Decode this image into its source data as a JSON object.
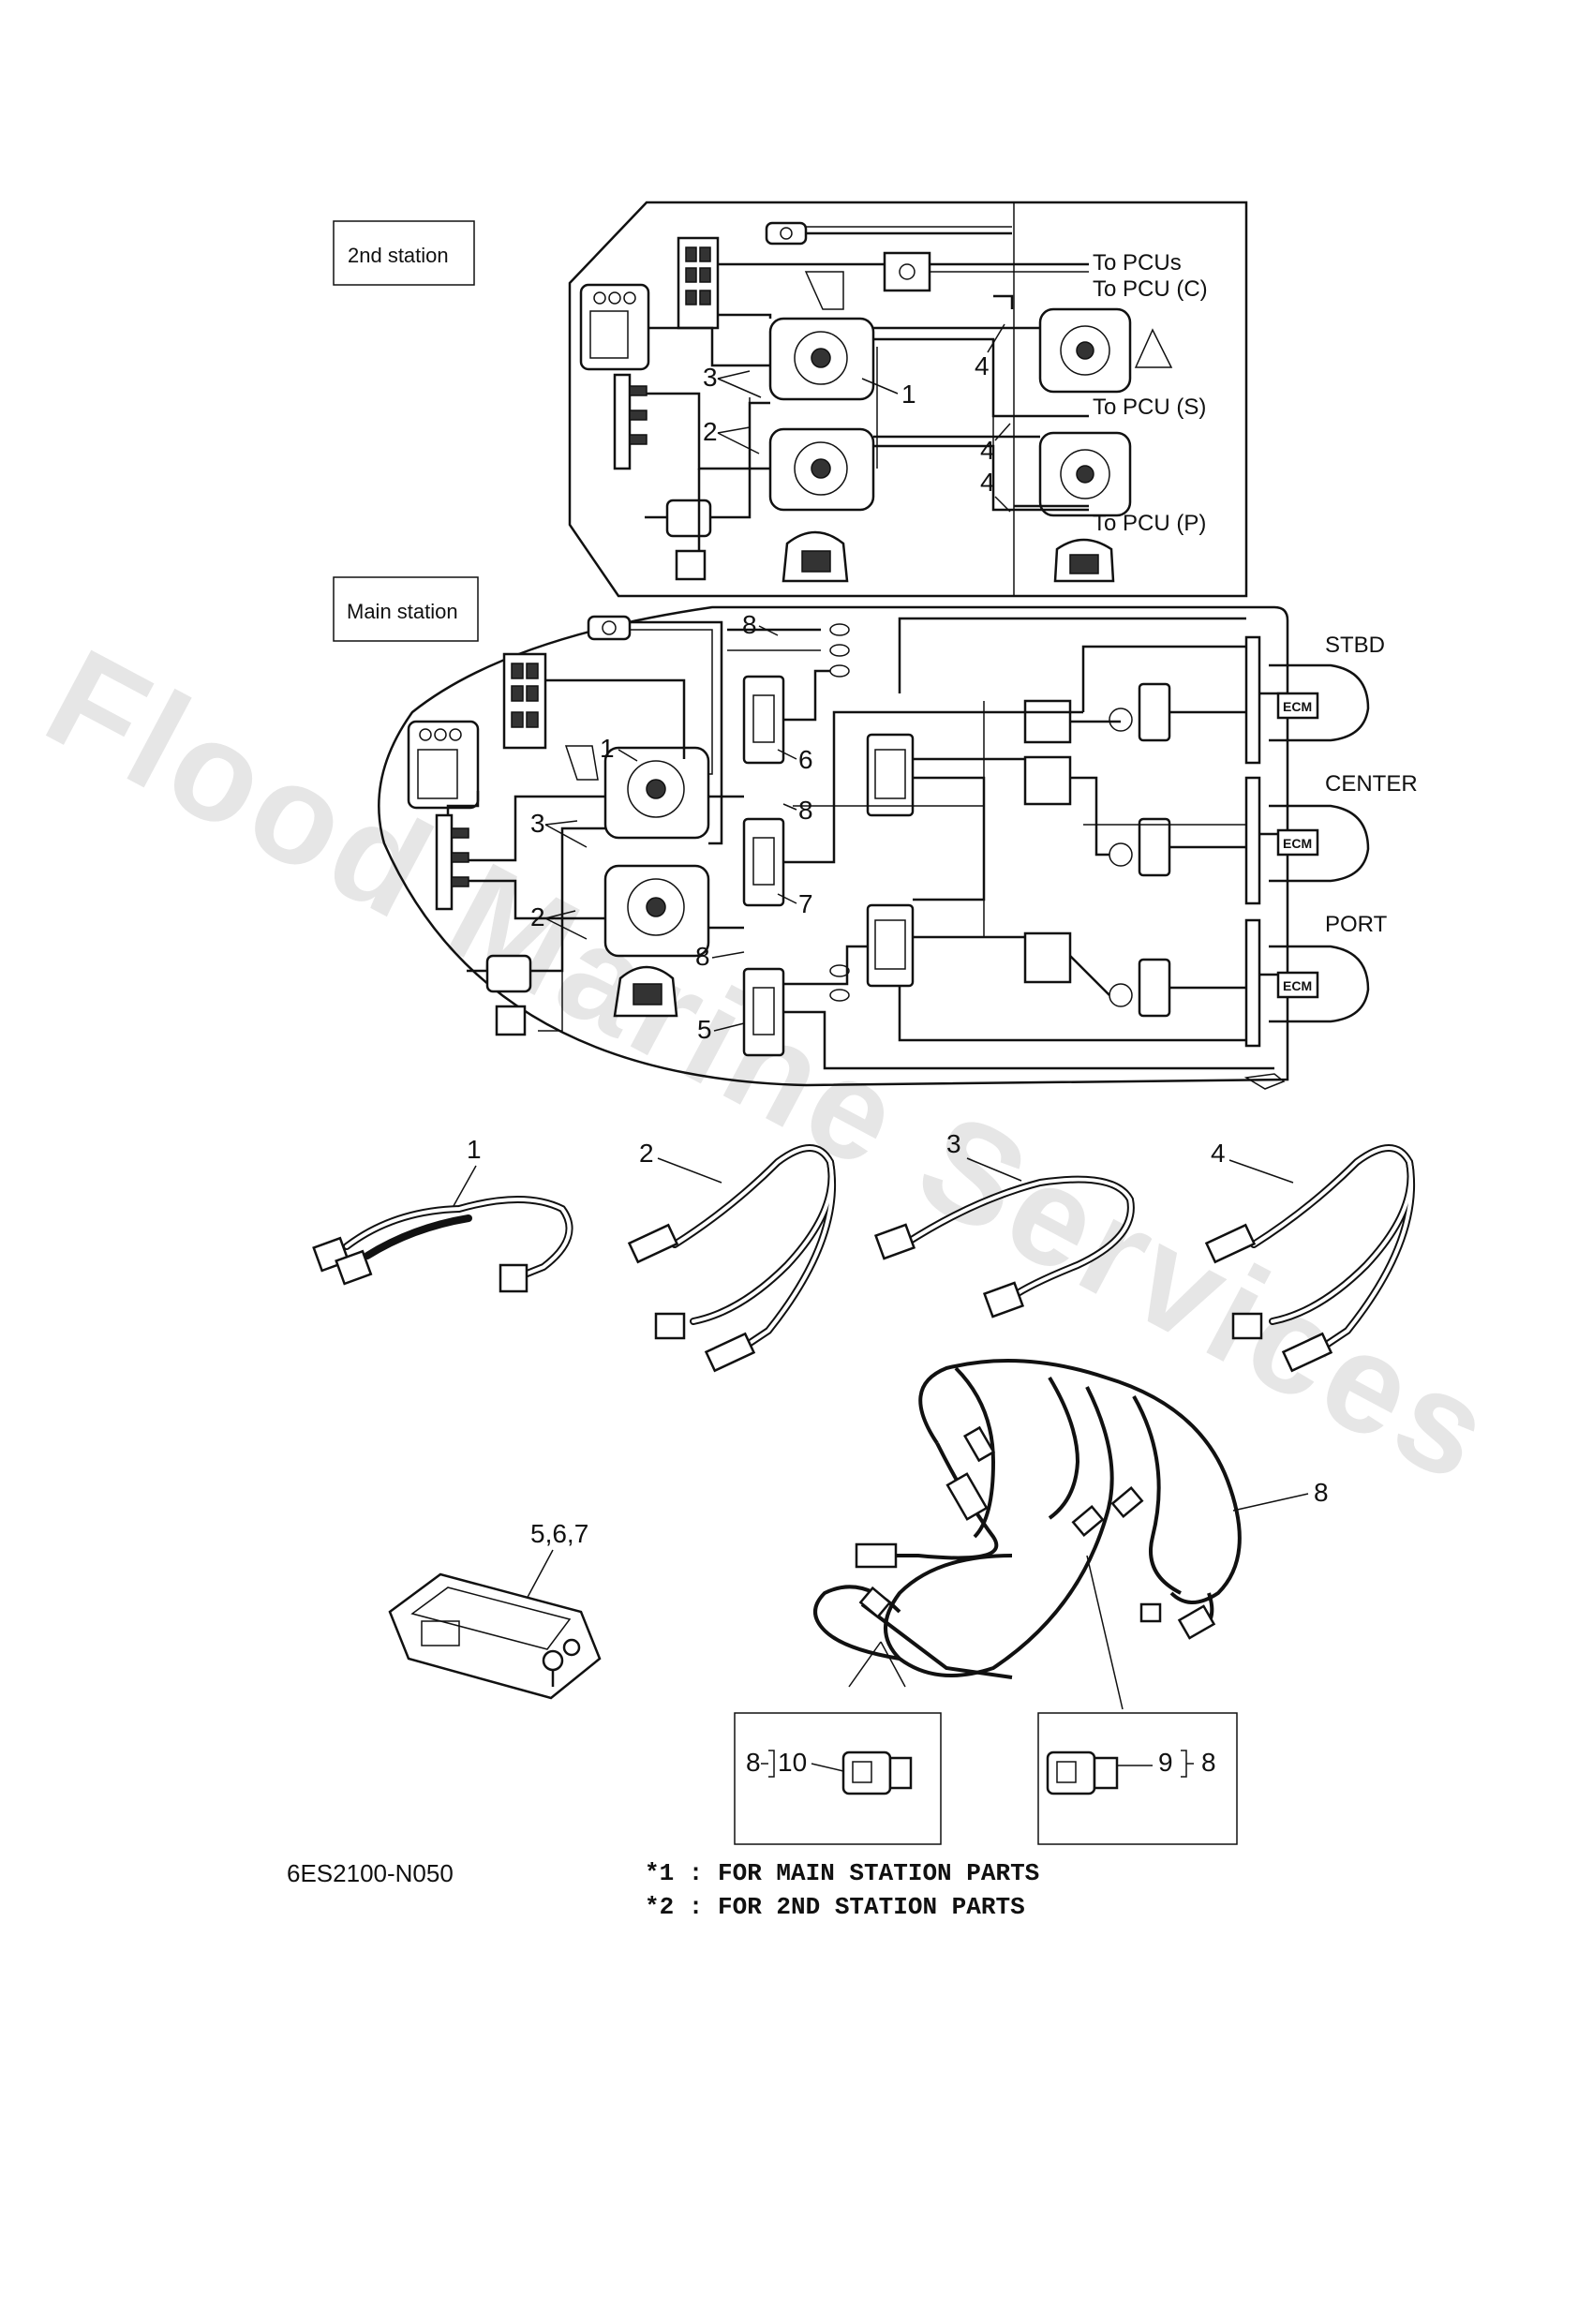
{
  "watermark": "Flood Marine Services",
  "stations": {
    "second": "2nd station",
    "main": "Main station"
  },
  "destinations": {
    "pcus": "To PCUs",
    "pcu_c": "To PCU (C)",
    "pcu_s": "To PCU (S)",
    "pcu_p": "To PCU (P)"
  },
  "engines": {
    "stbd": "STBD",
    "center": "CENTER",
    "port": "PORT",
    "ecm": "ECM"
  },
  "callouts": {
    "n1": "1",
    "n2": "2",
    "n3": "3",
    "n4": "4",
    "n5": "5",
    "n6": "6",
    "n7": "7",
    "n8": "8",
    "n567": "5,6,7"
  },
  "detail_boxes": {
    "left": {
      "parent": "8",
      "child": "10"
    },
    "right": {
      "parent": "8",
      "child": "9"
    }
  },
  "footer": {
    "code": "6ES2100-N050",
    "note1": "*1 : FOR MAIN STATION PARTS",
    "note2": "*2 : FOR 2ND STATION PARTS"
  }
}
